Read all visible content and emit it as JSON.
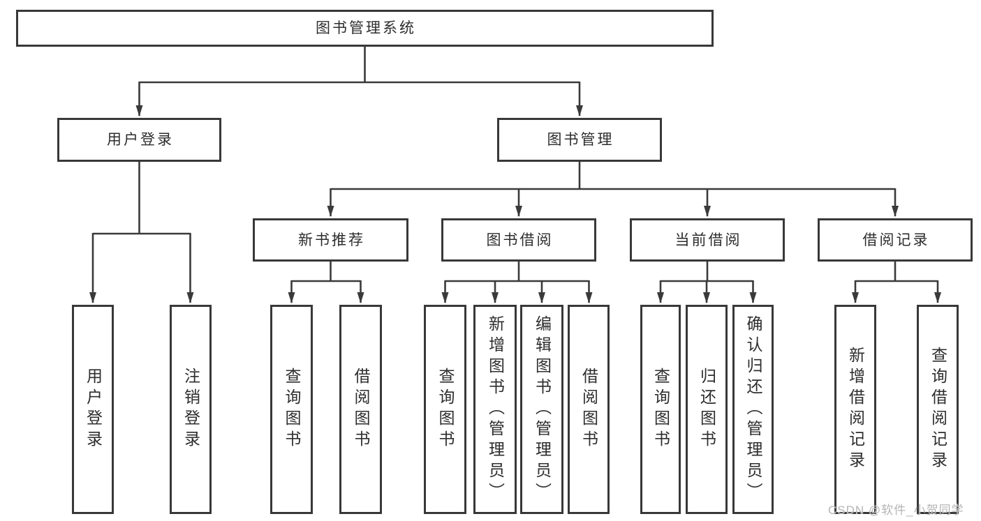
{
  "diagram": {
    "nodes": {
      "root": "图书管理系统",
      "user_login": "用户登录",
      "book_mgmt": "图书管理",
      "new_book_rec": "新书推荐",
      "book_borrow": "图书借阅",
      "current_borrow": "当前借阅",
      "borrow_records": "借阅记录",
      "leaf_user_login": "用户登录",
      "leaf_logout": "注销登录",
      "leaf_nb_query": "查询图书",
      "leaf_nb_borrow": "借阅图书",
      "leaf_bb_query": "查询图书",
      "leaf_bb_add": "新增图书（管理员）",
      "leaf_bb_edit": "编辑图书（管理员）",
      "leaf_bb_borrow": "借阅图书",
      "leaf_cb_query": "查询图书",
      "leaf_cb_return": "归还图书",
      "leaf_cb_confirm": "确认归还（管理员）",
      "leaf_br_add": "新增借阅记录",
      "leaf_br_query": "查询借阅记录"
    },
    "watermark": "CSDN @软件_小贺同学",
    "colors": {
      "line": "#3a3a3a",
      "border": "#383838",
      "text": "#2d2d2d",
      "watermark": "#b5b5b5",
      "background": "#ffffff"
    }
  }
}
